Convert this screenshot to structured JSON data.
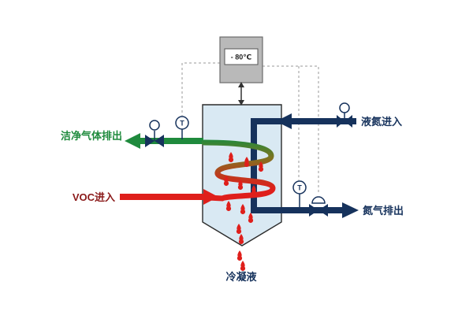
{
  "diagram": {
    "controller": {
      "temperature_label": "- 80℃"
    },
    "streams": {
      "clean_gas_out": "洁净气体排出",
      "voc_in": "VOC进入",
      "liquid_nitrogen_in": "液氮进入",
      "nitrogen_out": "氮气排出",
      "condensate": "冷凝液"
    },
    "sensors": {
      "temp_sensor_left": "T",
      "temp_sensor_right": "T"
    },
    "colors": {
      "pipe_navy": "#16325c",
      "clean_gas_green": "#1f8a3d",
      "voc_red": "#df1f1b",
      "vessel_fill": "#d9e9f3",
      "controller_gray": "#b9b9b9",
      "label_green": "#1e8a3c",
      "label_red": "#8b1a1a",
      "dashed_line_gray": "#999999"
    }
  }
}
